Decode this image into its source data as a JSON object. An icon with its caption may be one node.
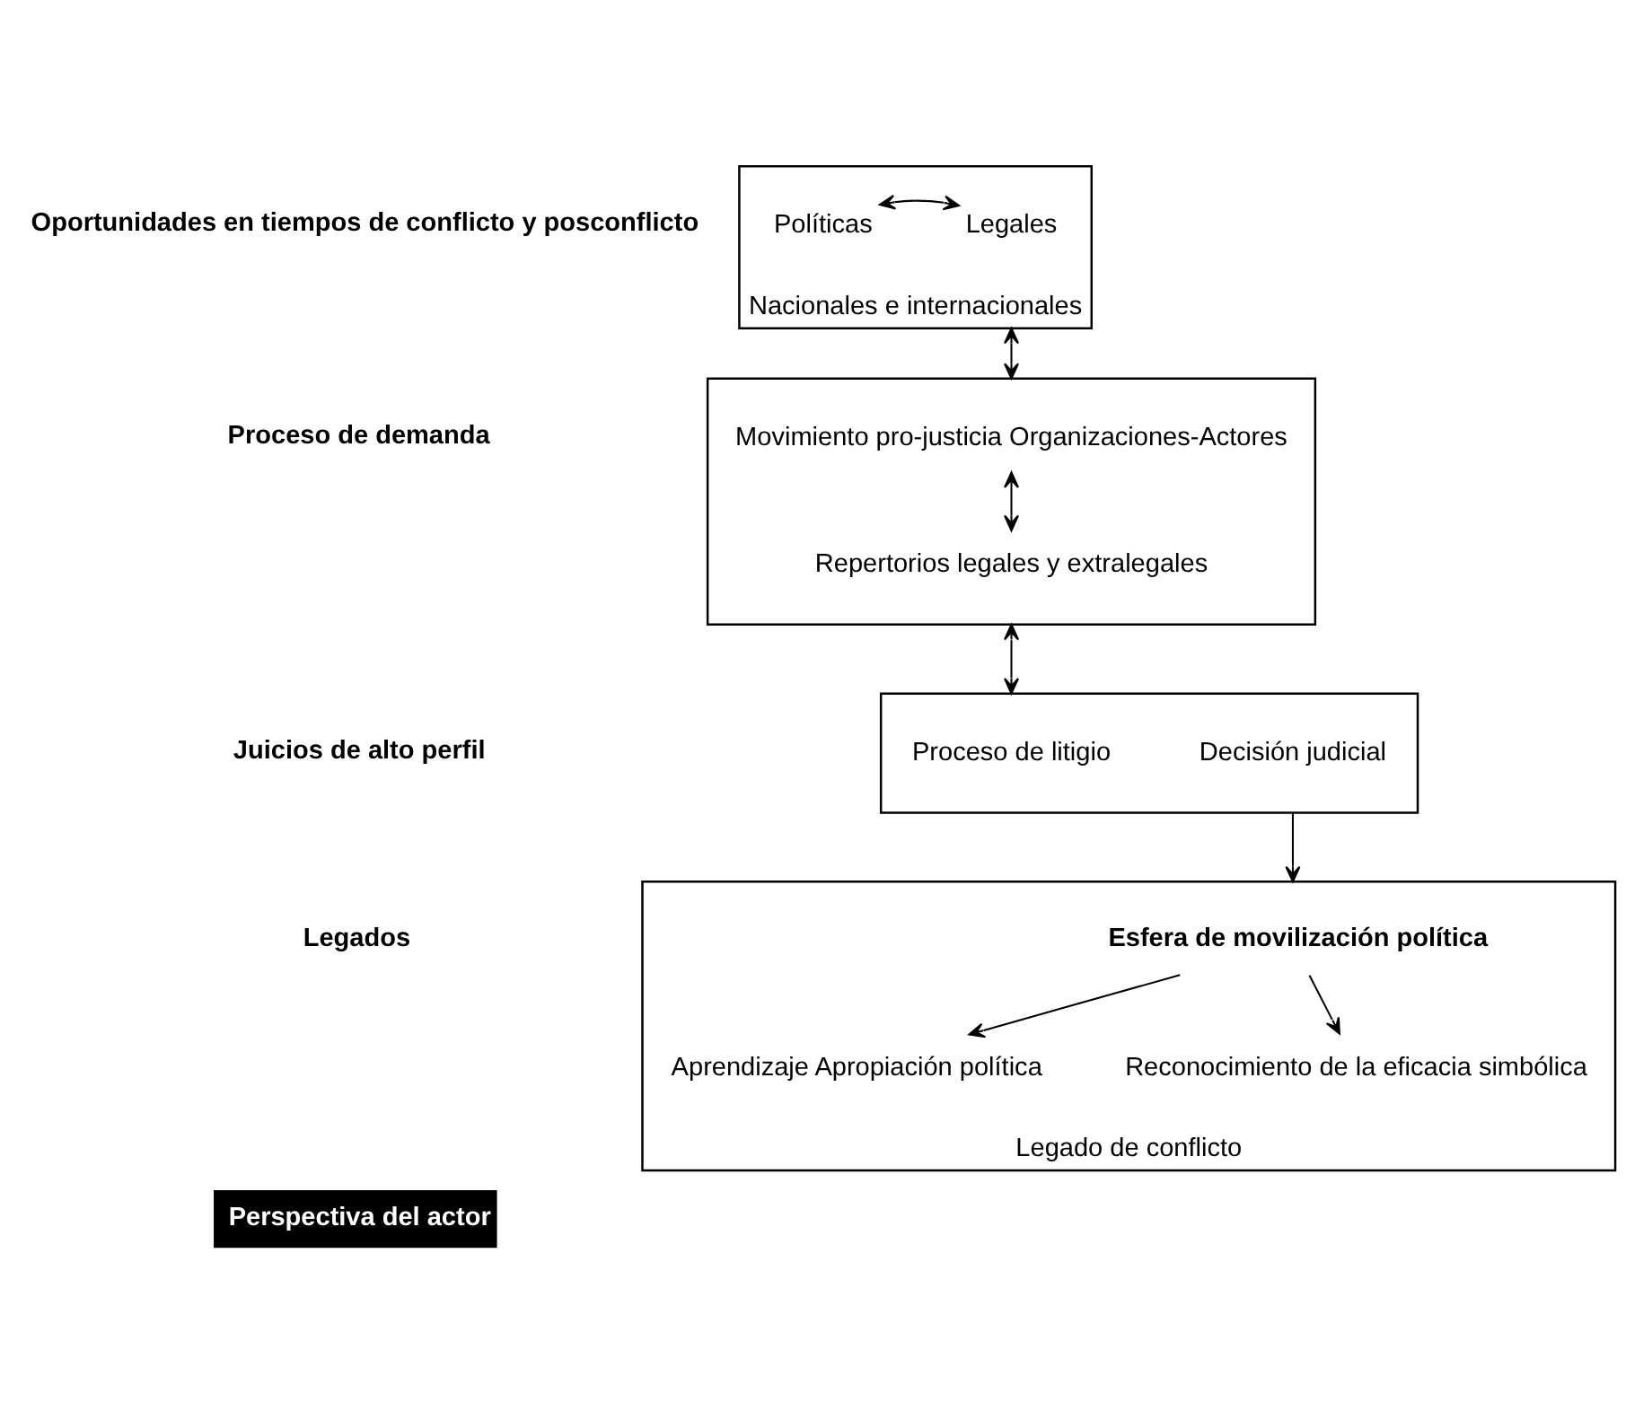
{
  "diagram": {
    "nodes": [
      {
        "text": [
          "Nacionales e internacionales"
        ]
      },
      {
        "text": [
          "Políticas"
        ],
        "in": 0
      },
      {
        "text": [
          "Legales"
        ],
        "in": 0
      },
      {
        "text": [],
        "shape": "box"
      },
      {
        "text": [
          "Movimiento pro-justicia Organizaciones-Actores"
        ],
        "in": 3
      },
      {
        "text": [
          "Repertorios legales y extralegales"
        ],
        "in": 3
      },
      {
        "text": [],
        "shape": "box"
      },
      {
        "text": [
          "Proceso de litigio"
        ],
        "in": 6
      },
      {
        "text": [
          "Decisión judicial"
        ],
        "in": 6
      },
      {
        "text": [
          "Legado de conflicto"
        ]
      },
      {
        "text": [
          "Esfera de movilización política"
        ],
        "in": 9
      },
      {
        "text": [
          "Aprendizaje Apropiación política"
        ],
        "in": 9
      },
      {
        "text": [
          "Reconocimiento de la eficacia simbólica"
        ],
        "in": 9
      }
    ],
    "edges": [
      {
        "from": 1,
        "to": 2,
        "arrow": "both"
      },
      {
        "from": 0,
        "to": 3,
        "arrow": "both"
      },
      {
        "from": 4,
        "to": 5,
        "arrow": "both"
      },
      {
        "from": 3,
        "to": 6,
        "arrow": "both"
      },
      {
        "from": 6,
        "to": 9,
        "arrow": "to"
      },
      {
        "from": 10,
        "to": 11,
        "arrow": "to"
      },
      {
        "from": 10,
        "to": 12,
        "arrow": "to"
      }
    ],
    "labels": [
      "Oportunidades en tiempos de conflicto y posconflicto",
      "Proceso de demanda",
      "Juicios de alto perfil",
      "Legados",
      "Perspectiva del actor"
    ]
  }
}
